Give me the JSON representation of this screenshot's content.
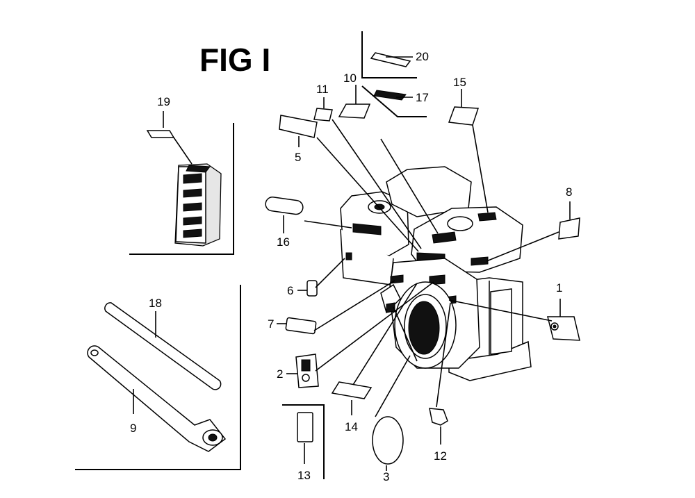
{
  "figure": {
    "title": "FIG I"
  },
  "callouts": {
    "c1": "1",
    "c2": "2",
    "c3": "3",
    "c5": "5",
    "c6": "6",
    "c7": "7",
    "c8": "8",
    "c9": "9",
    "c10": "10",
    "c11": "11",
    "c12": "12",
    "c13": "13",
    "c14": "14",
    "c15": "15",
    "c16": "16",
    "c17": "17",
    "c18": "18",
    "c19": "19",
    "c20": "20"
  }
}
